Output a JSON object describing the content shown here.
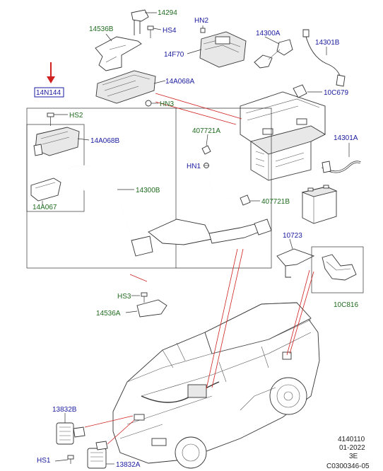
{
  "labels": {
    "l14294": "14294",
    "l14536B": "14536B",
    "lHS4": "HS4",
    "lHN2": "HN2",
    "l14300A": "14300A",
    "l14301B": "14301B",
    "l14F70": "14F70",
    "l14N144": "14N144",
    "l14A068A": "14A068A",
    "lHN3": "HN3",
    "l10C679": "10C679",
    "lHS2": "HS2",
    "l14A068B": "14A068B",
    "l407721A": "407721A",
    "l14301A": "14301A",
    "lHN1": "HN1",
    "l14300B": "14300B",
    "l14A067": "14A067",
    "l407721B": "407721B",
    "l10723": "10723",
    "l10C816": "10C816",
    "lHS3": "HS3",
    "l14536A": "14536A",
    "l13832B": "13832B",
    "lHS1": "HS1",
    "l13832A": "13832A"
  },
  "footer": {
    "line1": "4140110",
    "line2": "01-2022",
    "line3": "3E",
    "line4": "C0300346-05"
  },
  "colors": {
    "part_label_green": "#1f6b1f",
    "fastener_label_blue": "#1a1aa0",
    "callout_red": "#d02020"
  }
}
